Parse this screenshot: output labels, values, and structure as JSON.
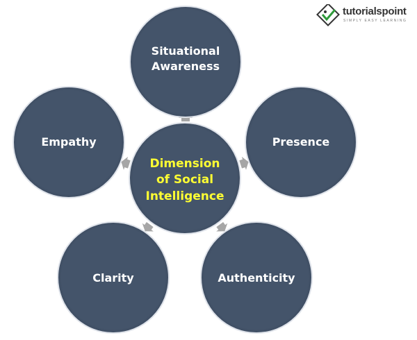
{
  "logo": {
    "brand": "tutorialspoint",
    "tagline": "SIMPLY EASY LEARNING"
  },
  "colors": {
    "circle": "#44546a",
    "circle_border": "#dfe3ea",
    "arrow": "#a6a6a6",
    "center_text": "#ffff33",
    "outer_text": "#ffffff"
  },
  "center": {
    "lines": [
      "Dimension",
      "of Social",
      "Intelligence"
    ]
  },
  "nodes": [
    {
      "lines": [
        "Situational",
        "Awareness"
      ]
    },
    {
      "lines": [
        "Presence"
      ]
    },
    {
      "lines": [
        "Authenticity"
      ]
    },
    {
      "lines": [
        "Clarity"
      ]
    },
    {
      "lines": [
        "Empathy"
      ]
    }
  ]
}
